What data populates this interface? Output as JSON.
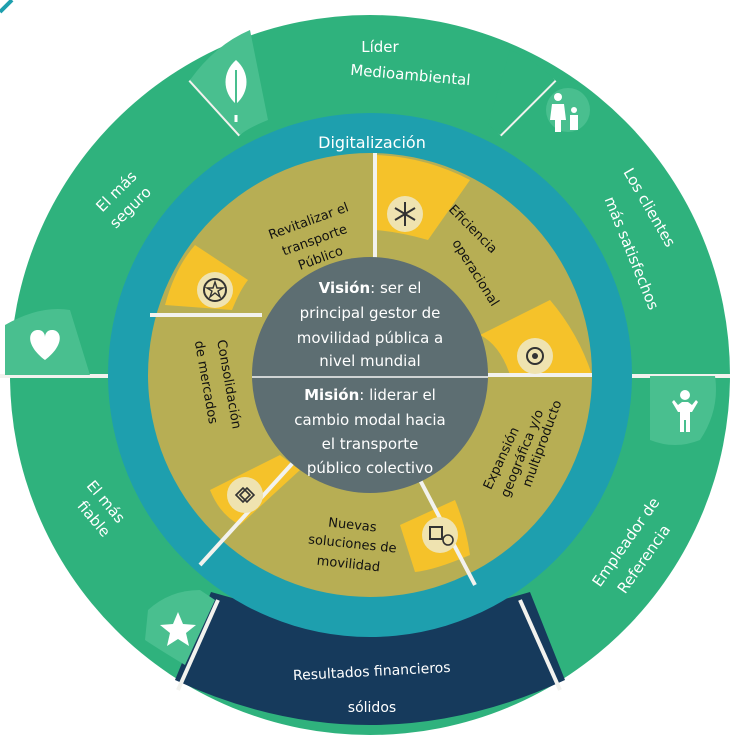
{
  "outer_ring": {
    "segments": {
      "leader_env": {
        "line1": "Líder",
        "line2": "Medioambiental"
      },
      "clients": {
        "line1": "Los clientes",
        "line2": "más satisfechos"
      },
      "employer": {
        "line1": "Empleador de",
        "line2": "Referencia"
      },
      "financial": {
        "line1": "Resultados financieros",
        "line2": "sólidos"
      },
      "reliable": {
        "line1": "El más",
        "line2": "fiable"
      },
      "safest": {
        "line1": "El más",
        "line2": "seguro"
      }
    },
    "icons": [
      "leaf-icon",
      "family-icon",
      "person-arms-up-icon",
      "star-icon",
      "heart-icon"
    ]
  },
  "middle_ring": {
    "label": "Digitalización"
  },
  "inner_ring": {
    "segments": {
      "revitalize": {
        "line1": "Revitalizar el",
        "line2": "transporte",
        "line3": "Público"
      },
      "efficiency": {
        "line1": "Eficiencia",
        "line2": "operacional"
      },
      "expansion": {
        "line1": "Expansión",
        "line2": "geográfica y/o",
        "line3": "multiproducto"
      },
      "solutions": {
        "line1": "Nuevas",
        "line2": "soluciones de",
        "line3": "movilidad"
      },
      "consolidation": {
        "line1": "Consolidación",
        "line2": "de mercados"
      }
    },
    "icons": [
      "snowflake-icon",
      "gear-icon",
      "box-clock-icon",
      "diamond-arrows-icon",
      "compass-star-icon"
    ]
  },
  "center": {
    "vision_bold": "Visión",
    "vision_rest": ": ser el",
    "vision_l2": "principal gestor de",
    "vision_l3": "movilidad pública a",
    "vision_l4": "nivel mundial",
    "mission_bold": "Misión",
    "mission_rest": ": liderar el",
    "mission_l2": "cambio modal hacia",
    "mission_l3": "el transporte",
    "mission_l4": "público colectivo"
  },
  "colors": {
    "outer_green": "#2fb27d",
    "teal": "#1e9fae",
    "olive": "#b7ae54",
    "yellow": "#f5c22a",
    "center_gray": "#5d6e72",
    "navy": "#163a5c",
    "divider": "#f2f2ee"
  }
}
